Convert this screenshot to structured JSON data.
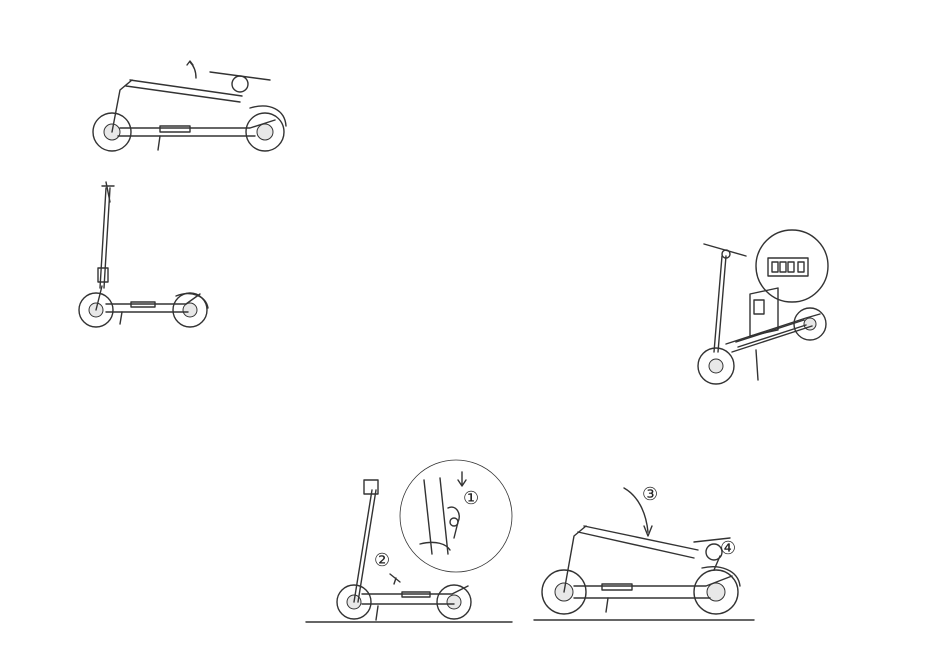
{
  "callouts": {
    "step1": "①",
    "step2": "②",
    "step3": "③",
    "step4": "④"
  }
}
